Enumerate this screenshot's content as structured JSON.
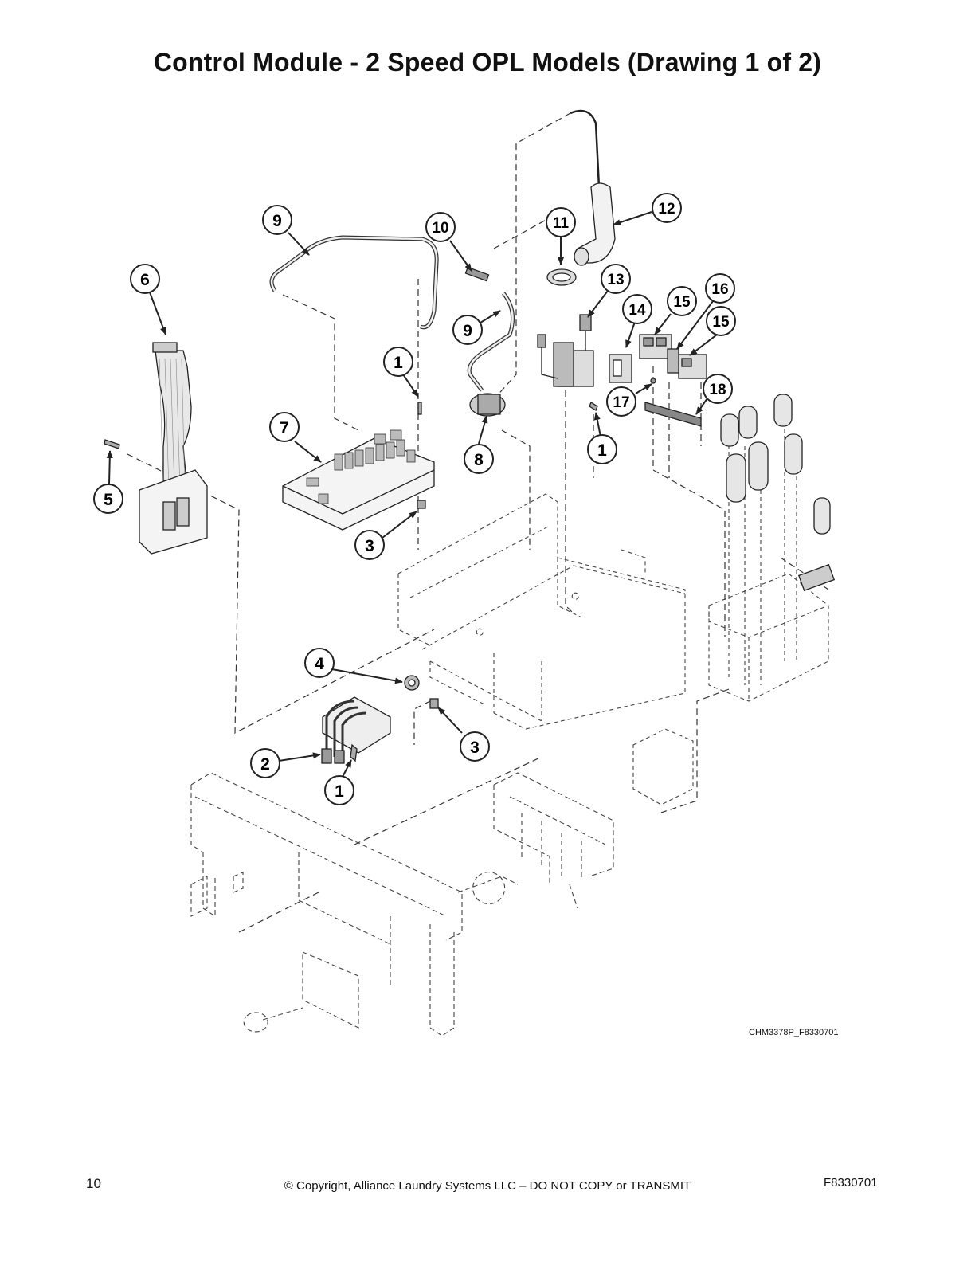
{
  "title": "Control Module - 2 Speed OPL Models (Drawing 1 of 2)",
  "drawing_id": "CHM3378P_F8330701",
  "footer": {
    "page_number": "10",
    "copyright": "© Copyright, Alliance Laundry Systems LLC – DO NOT COPY or TRANSMIT",
    "document_code": "F8330701"
  },
  "callouts": [
    {
      "id": "c9a",
      "label": "9"
    },
    {
      "id": "c10",
      "label": "10"
    },
    {
      "id": "c11",
      "label": "11"
    },
    {
      "id": "c12",
      "label": "12"
    },
    {
      "id": "c6",
      "label": "6"
    },
    {
      "id": "c13",
      "label": "13"
    },
    {
      "id": "c14",
      "label": "14"
    },
    {
      "id": "c15a",
      "label": "15"
    },
    {
      "id": "c16",
      "label": "16"
    },
    {
      "id": "c15b",
      "label": "15"
    },
    {
      "id": "c9b",
      "label": "9"
    },
    {
      "id": "c1a",
      "label": "1"
    },
    {
      "id": "c17",
      "label": "17"
    },
    {
      "id": "c18",
      "label": "18"
    },
    {
      "id": "c7",
      "label": "7"
    },
    {
      "id": "c8",
      "label": "8"
    },
    {
      "id": "c1b",
      "label": "1"
    },
    {
      "id": "c5",
      "label": "5"
    },
    {
      "id": "c3a",
      "label": "3"
    },
    {
      "id": "c4",
      "label": "4"
    },
    {
      "id": "c3b",
      "label": "3"
    },
    {
      "id": "c2",
      "label": "2"
    },
    {
      "id": "c1c",
      "label": "1"
    }
  ]
}
